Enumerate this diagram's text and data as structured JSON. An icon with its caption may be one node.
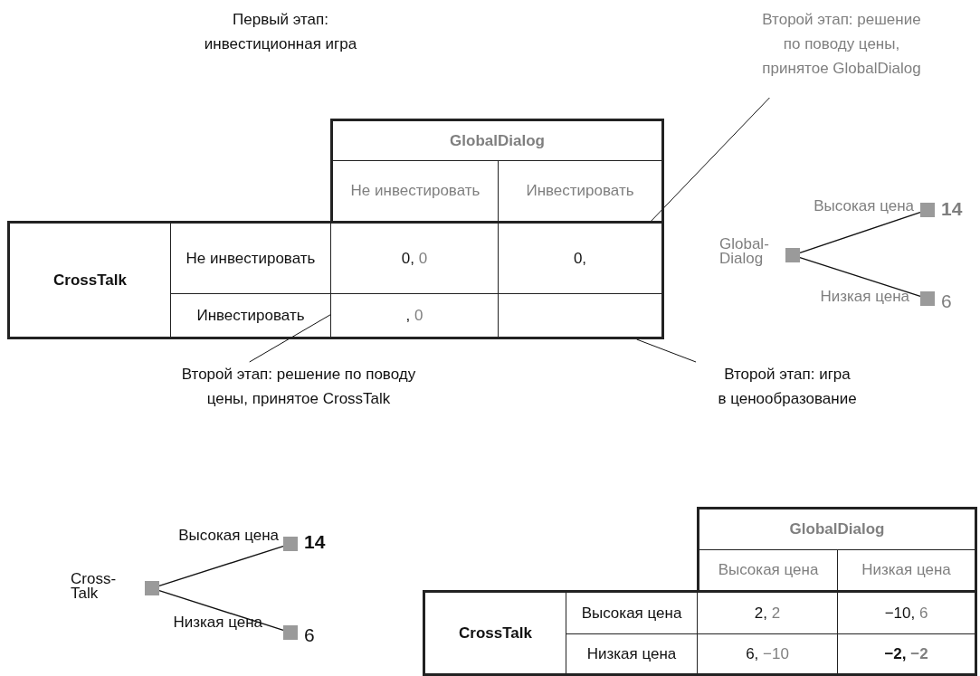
{
  "diagram": {
    "nodes": [
      {
        "text": [
          "Второй этап: решение по поводу цены, принятое GlobalDialog"
        ]
      },
      {
        "text": [
          "0,",
          "0"
        ]
      },
      {
        "text": [
          "0,"
        ]
      },
      {
        "text": [],
        "shape": "box",
        "beside": [
          "Global-Dialog"
        ]
      },
      {
        "text": [],
        "shape": "box",
        "beside": [
          "**14**"
        ]
      },
      {
        "text": [],
        "shape": "box",
        "beside": [
          "6"
        ]
      },
      {
        "text": [
          ",",
          "0"
        ]
      },
      {
        "text": [],
        "shape": "box"
      },
      {
        "text": [
          "Второй этап: решение по поводу цены, принятое CrossTalk"
        ]
      },
      {
        "text": [
          "Второй этап: игра в ценообразование"
        ]
      },
      {
        "text": [],
        "shape": "box",
        "beside": [
          "Cross-Talk"
        ]
      },
      {
        "text": [],
        "shape": "box",
        "beside": [
          "**14**"
        ]
      },
      {
        "text": [],
        "shape": "box",
        "beside": [
          "6"
        ]
      },
      {
        "text": [
          "2,",
          "2"
        ]
      },
      {
        "text": [
          "−10,",
          "6"
        ]
      },
      {
        "text": [
          "6,",
          "−10"
        ]
      },
      {
        "text": [
          "**−2,**",
          "**−2**"
        ]
      }
    ],
    "edges": [
      {
        "from": 0,
        "to": 2,
        "arrow": "none"
      },
      {
        "from": 3,
        "to": 4,
        "arrow": "none",
        "label": "Высокая цена"
      },
      {
        "from": 3,
        "to": 5,
        "arrow": "none",
        "label": "Низкая цена"
      },
      {
        "from": 8,
        "to": 6,
        "arrow": "none"
      },
      {
        "from": 9,
        "to": 7,
        "arrow": "none"
      },
      {
        "from": 10,
        "to": 11,
        "arrow": "none",
        "label": "Высокая цена"
      },
      {
        "from": 10,
        "to": 12,
        "arrow": "none",
        "label": "Низкая цена"
      }
    ],
    "labels": [
      "Первый этап: инвестиционная игра",
      "GlobalDialog",
      "Не инвестировать",
      "Инвестировать",
      "CrossTalk",
      "Не инвестировать",
      "Инвестировать",
      "GlobalDialog",
      "Высокая цена",
      "Низкая цена",
      "CrossTalk",
      "Высокая цена",
      "Низкая цена"
    ]
  }
}
